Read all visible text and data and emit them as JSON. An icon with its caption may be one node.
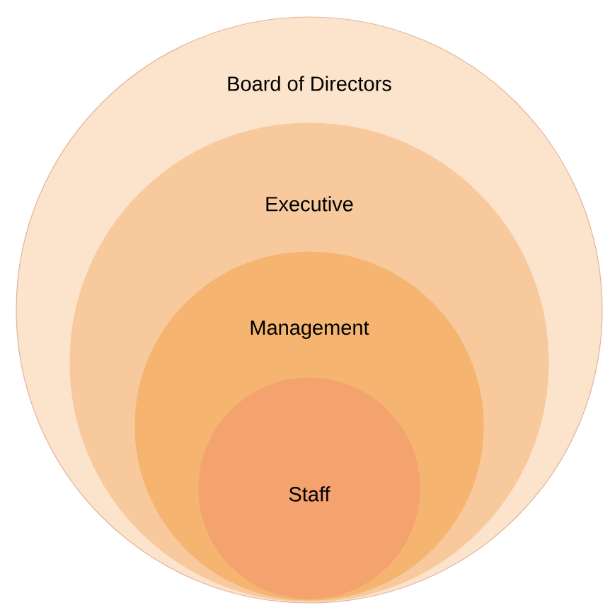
{
  "diagram": {
    "nodes": [
      {
        "text": [
          "Board of Directors"
        ]
      },
      {
        "text": [
          "Executive"
        ],
        "in": 0
      },
      {
        "text": [
          "Management"
        ],
        "in": 1
      },
      {
        "text": [
          "Staff"
        ],
        "in": 2
      }
    ]
  }
}
